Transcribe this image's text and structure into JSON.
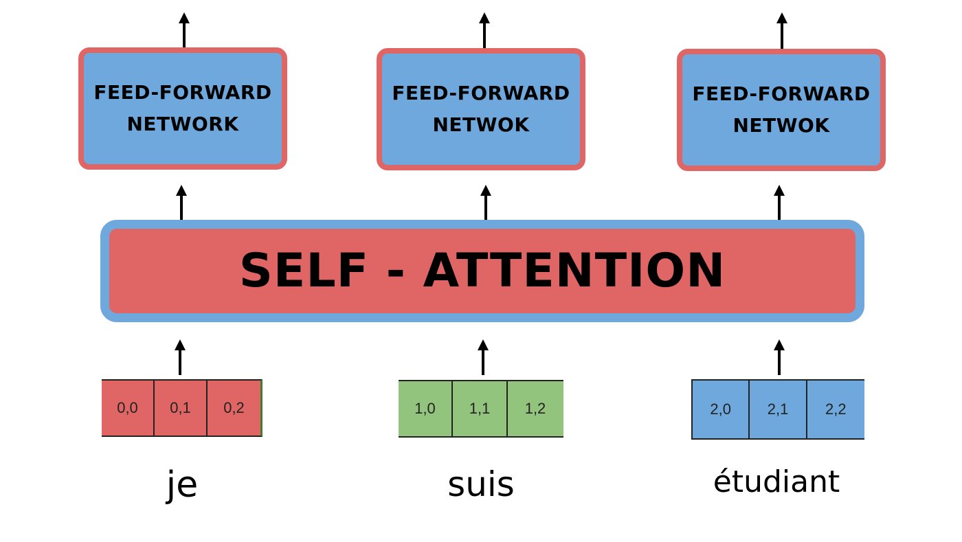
{
  "feed_forward": [
    {
      "line1": "FEED-FORWARD",
      "line2": "NETWORK"
    },
    {
      "line1": "FEED-FORWARD",
      "line2": "NETWOK"
    },
    {
      "line1": "FEED-FORWARD",
      "line2": "NETWOK"
    }
  ],
  "self_attention": {
    "label": "SELF - ATTENTION"
  },
  "vectors": [
    {
      "cells": [
        "0,0",
        "0,1",
        "0,2"
      ],
      "color": "#e06666"
    },
    {
      "cells": [
        "1,0",
        "1,1",
        "1,2"
      ],
      "color": "#93c47d"
    },
    {
      "cells": [
        "2,0",
        "2,1",
        "2,2"
      ],
      "color": "#6fa8dc"
    }
  ],
  "words": [
    "je",
    "suis",
    "étudiant"
  ],
  "colors": {
    "red": "#e06666",
    "blue": "#6fa8dc",
    "green": "#93c47d"
  }
}
